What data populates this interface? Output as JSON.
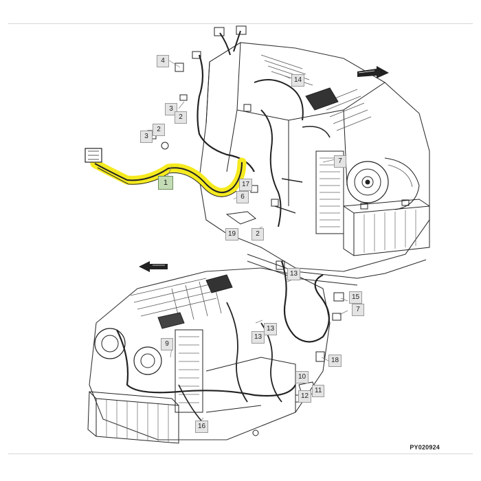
{
  "figure_code": "PY020924",
  "highlight_color": "#f5ea1f",
  "callouts_upper": [
    {
      "id": "c4",
      "text": "4"
    },
    {
      "id": "c14",
      "text": "14"
    },
    {
      "id": "c3a",
      "text": "3"
    },
    {
      "id": "c2a",
      "text": "2"
    },
    {
      "id": "c2b",
      "text": "2"
    },
    {
      "id": "c3b",
      "text": "3"
    },
    {
      "id": "c1",
      "text": "1",
      "highlighted": true
    },
    {
      "id": "c7a",
      "text": "7"
    },
    {
      "id": "c17",
      "text": "17"
    },
    {
      "id": "c6",
      "text": "6"
    },
    {
      "id": "c19",
      "text": "19"
    },
    {
      "id": "c2c",
      "text": "2"
    }
  ],
  "callouts_lower": [
    {
      "id": "c13a",
      "text": "13"
    },
    {
      "id": "c15",
      "text": "15"
    },
    {
      "id": "c7b",
      "text": "7"
    },
    {
      "id": "c13b",
      "text": "13"
    },
    {
      "id": "c13c",
      "text": "13"
    },
    {
      "id": "c9",
      "text": "9"
    },
    {
      "id": "c18",
      "text": "18"
    },
    {
      "id": "c10",
      "text": "10"
    },
    {
      "id": "c12",
      "text": "12"
    },
    {
      "id": "c11",
      "text": "11"
    },
    {
      "id": "c16",
      "text": "16"
    }
  ],
  "icons": [
    "direction-arrow-icon"
  ]
}
